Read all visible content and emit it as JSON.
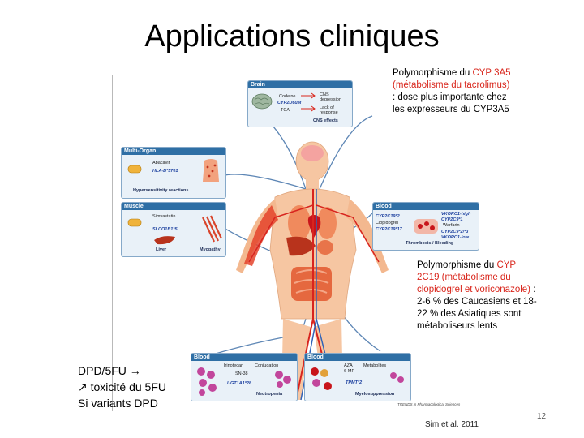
{
  "title": "Applications cliniques",
  "note_cyp3a5": {
    "prefix": "Polymorphisme du ",
    "gene": "CYP 3A5 (métabolisme du tacrolimus)",
    "rest": " : dose plus importante chez les expresseurs du CYP3A5"
  },
  "note_cyp2c19": {
    "prefix": "Polymorphisme du ",
    "gene": "CYP 2C19 (métabolisme du clopidogrel et voriconazole)",
    "rest": " : 2-6 % des Caucasiens et 18-22 % des Asiatiques sont métaboliseurs lents"
  },
  "dpd_note": {
    "line1": "DPD/5FU →",
    "line2": "↗ toxicité du 5FU",
    "line3": "Si variants DPD"
  },
  "citation": "Sim et al. 2011",
  "page_number": "12",
  "figure": {
    "credit": "TRENDS in Pharmacological Sciences",
    "brain": {
      "header": "Brain",
      "drug1": "Codeine",
      "gene": "CYP2D6uM",
      "drug2": "TCA",
      "effect1": "CNS depression",
      "effect2": "Lack of response",
      "caption": "CNS effects"
    },
    "multi_organ": {
      "header": "Multi-Organ",
      "drug": "Abacavir",
      "gene": "HLA-B*5701",
      "caption": "Hypersensitivity reactions"
    },
    "muscle": {
      "header": "Muscle",
      "drug": "Simvastatin",
      "gene": "SLCO1B1*5",
      "caption_left": "Liver",
      "caption_right": "Myopathy"
    },
    "blood_right": {
      "header": "Blood",
      "gene1": "VKORC1-high",
      "gene2": "CYP2C9*1",
      "drug1": "Warfarin",
      "gene3": "CYP2C19*2",
      "drug2": "Clopidogrel",
      "gene4": "CYP2C19*17",
      "gene5": "CYP2C9*2/*3",
      "gene6": "VKORC1-low",
      "caption": "Thrombosis / Bleeding"
    },
    "blood_irinotecan": {
      "header": "Blood",
      "drug": "Irinotecan",
      "process": "Conjugation",
      "metabolite": "SN-38",
      "gene": "UGT1A1*28",
      "caption": "Neutropenia"
    },
    "blood_aza": {
      "header": "Blood",
      "drug1": "AZA",
      "drug2": "6-MP",
      "process": "Metabolites",
      "gene": "TPMT*2",
      "caption": "Myelosuppression"
    }
  },
  "colors": {
    "panel_header": "#2f6fa5",
    "panel_bg": "#e9f1f8",
    "highlight_red": "#d9261c",
    "artery": "#d8241e",
    "vein": "#2f63b8",
    "skin": "#f6c6a2"
  }
}
